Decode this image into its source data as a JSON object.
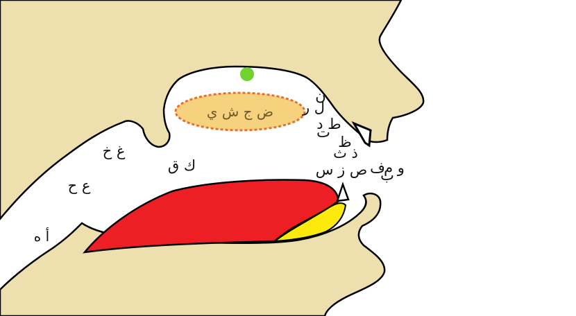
{
  "labels": {
    "glottal": "أ ه",
    "pharyngeal": "ع ح",
    "uvular": "غ خ",
    "velar": "ك ق",
    "palatal": "ض ج ش ي",
    "alveolar_top": "ل ر",
    "alveolar_n": "ن",
    "dental_stop": "ط د",
    "dental_stop_t": "ت",
    "interdental_z": "ظ",
    "interdental": "ذ ث",
    "sibilant": "ص ز س",
    "labiodental": "ف",
    "bilabial": "و م",
    "bilabial_b": "ب"
  },
  "colors": {
    "skin": "#eddfae",
    "tongue": "#ed1f24",
    "tongue_tip": "#fcea0d",
    "palatal_region": "#f6d27e",
    "palatal_border": "#e8702a",
    "marker": "#6ed32e",
    "outline": "#000000"
  },
  "icons": {
    "marker": "green-dot-marker",
    "upper_tooth": "upper-incisor-icon",
    "lower_tooth": "lower-incisor-icon"
  }
}
